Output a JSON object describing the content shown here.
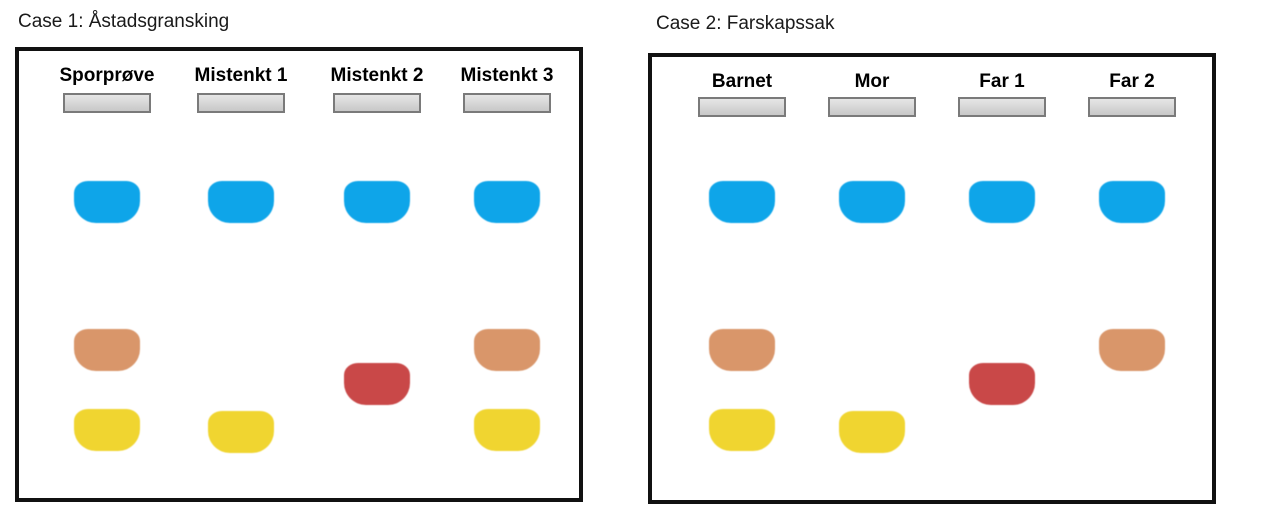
{
  "colors": {
    "blue": "#0ea5e9",
    "orange": "#d9966a",
    "red": "#c94848",
    "yellow": "#f0d530"
  },
  "case1": {
    "title": "Case 1: Åstadsgransking",
    "lanes": [
      {
        "label": "Sporprøve",
        "bands": [
          "blue",
          "orange",
          "yellow"
        ]
      },
      {
        "label": "Mistenkt 1",
        "bands": [
          "blue",
          "yellow"
        ]
      },
      {
        "label": "Mistenkt 2",
        "bands": [
          "blue",
          "red"
        ]
      },
      {
        "label": "Mistenkt 3",
        "bands": [
          "blue",
          "orange",
          "yellow"
        ]
      }
    ]
  },
  "case2": {
    "title": "Case 2: Farskapssak",
    "lanes": [
      {
        "label": "Barnet",
        "bands": [
          "blue",
          "orange",
          "yellow"
        ]
      },
      {
        "label": "Mor",
        "bands": [
          "blue",
          "yellow"
        ]
      },
      {
        "label": "Far 1",
        "bands": [
          "blue",
          "red"
        ]
      },
      {
        "label": "Far 2",
        "bands": [
          "blue",
          "orange"
        ]
      }
    ]
  }
}
